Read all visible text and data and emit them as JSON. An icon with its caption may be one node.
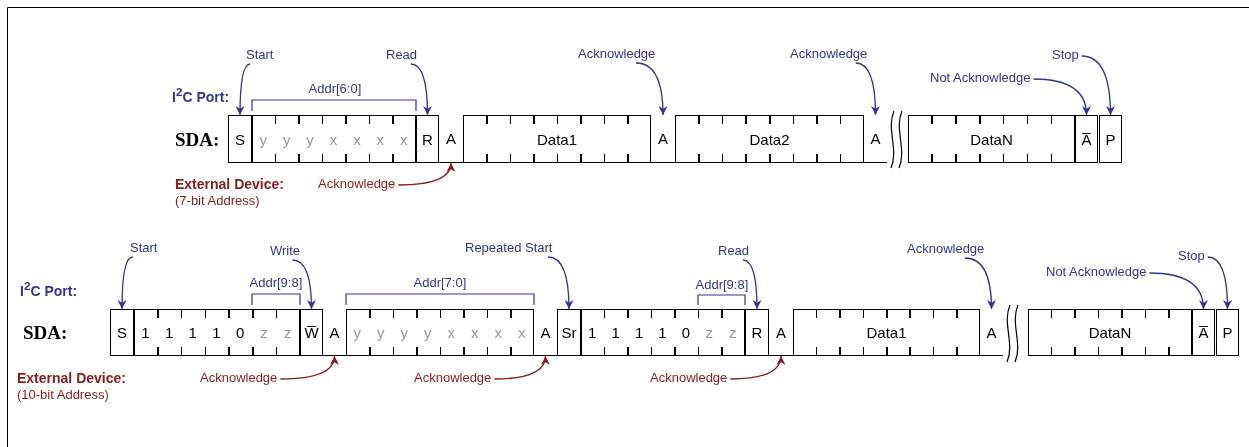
{
  "diagram": {
    "nodes": [
      {
        "text": [
          "S"
        ]
      },
      {
        "text": [
          "y",
          "y",
          "y",
          "x",
          "x",
          "x",
          "x"
        ]
      },
      {
        "text": [
          "R"
        ]
      },
      {
        "text": [
          "A"
        ]
      },
      {
        "text": [
          "Data1"
        ]
      },
      {
        "text": [
          "A"
        ]
      },
      {
        "text": [
          "Data2"
        ]
      },
      {
        "text": [
          "A"
        ]
      },
      {
        "text": [
          "DataN"
        ]
      },
      {
        "text": [
          "A̅"
        ]
      },
      {
        "text": [
          "P"
        ]
      },
      {
        "text": [
          "Start"
        ]
      },
      {
        "text": [
          "Read"
        ]
      },
      {
        "text": [
          "Acknowledge"
        ]
      },
      {
        "text": [
          "Acknowledge"
        ]
      },
      {
        "text": [
          "Not Acknowledge"
        ]
      },
      {
        "text": [
          "Stop"
        ]
      },
      {
        "text": [
          "Acknowledge"
        ]
      },
      {
        "text": [
          "S"
        ]
      },
      {
        "text": [
          "1",
          "1",
          "1",
          "1",
          "0",
          "z",
          "z"
        ]
      },
      {
        "text": [
          "W̅"
        ]
      },
      {
        "text": [
          "A"
        ]
      },
      {
        "text": [
          "y",
          "y",
          "y",
          "y",
          "x",
          "x",
          "x",
          "x"
        ]
      },
      {
        "text": [
          "A"
        ]
      },
      {
        "text": [
          "Sr"
        ]
      },
      {
        "text": [
          "1",
          "1",
          "1",
          "1",
          "0",
          "z",
          "z"
        ]
      },
      {
        "text": [
          "R"
        ]
      },
      {
        "text": [
          "A"
        ]
      },
      {
        "text": [
          "Data1"
        ]
      },
      {
        "text": [
          "A"
        ]
      },
      {
        "text": [
          "DataN"
        ]
      },
      {
        "text": [
          "A̅"
        ]
      },
      {
        "text": [
          "P"
        ]
      },
      {
        "text": [
          "Start"
        ]
      },
      {
        "text": [
          "Write"
        ]
      },
      {
        "text": [
          "Repeated Start"
        ]
      },
      {
        "text": [
          "Read"
        ]
      },
      {
        "text": [
          "Acknowledge"
        ]
      },
      {
        "text": [
          "Not Acknowledge"
        ]
      },
      {
        "text": [
          "Stop"
        ]
      },
      {
        "text": [
          "Acknowledge"
        ]
      },
      {
        "text": [
          "Acknowledge"
        ]
      },
      {
        "text": [
          "Acknowledge"
        ]
      }
    ],
    "edges": [
      {
        "from": 11,
        "to": 0,
        "arrow": "to"
      },
      {
        "from": 12,
        "to": 2,
        "arrow": "to"
      },
      {
        "from": 13,
        "to": 5,
        "arrow": "to"
      },
      {
        "from": 14,
        "to": 7,
        "arrow": "to"
      },
      {
        "from": 15,
        "to": 9,
        "arrow": "to"
      },
      {
        "from": 16,
        "to": 10,
        "arrow": "to"
      },
      {
        "from": 17,
        "to": 3,
        "arrow": "to",
        "color": "#8b1a1a"
      },
      {
        "from": 33,
        "to": 18,
        "arrow": "to"
      },
      {
        "from": 34,
        "to": 20,
        "arrow": "to"
      },
      {
        "from": 35,
        "to": 24,
        "arrow": "to"
      },
      {
        "from": 36,
        "to": 26,
        "arrow": "to"
      },
      {
        "from": 37,
        "to": 29,
        "arrow": "to"
      },
      {
        "from": 38,
        "to": 31,
        "arrow": "to"
      },
      {
        "from": 39,
        "to": 32,
        "arrow": "to"
      },
      {
        "from": 40,
        "to": 21,
        "arrow": "to",
        "color": "#8b1a1a"
      },
      {
        "from": 41,
        "to": 23,
        "arrow": "to",
        "color": "#8b1a1a"
      },
      {
        "from": 42,
        "to": 27,
        "arrow": "to",
        "color": "#8b1a1a"
      }
    ],
    "labels": [
      "I$^{2}$C Port:",
      "Addr[6:0]",
      "SDA:",
      "External Device:",
      "(7-bit Address)",
      "I$^{2}$C Port:",
      "Addr[9:8]",
      "Addr[7:0]",
      "Addr[9:8]",
      "SDA:",
      "External Device:",
      "(10-bit Address)"
    ]
  }
}
